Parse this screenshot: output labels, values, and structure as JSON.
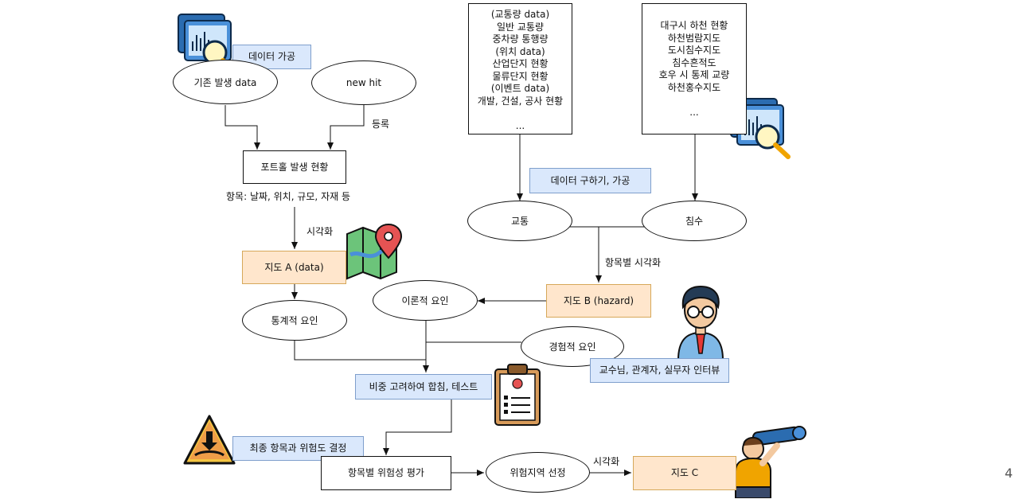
{
  "nodes": {
    "data_process": "데이터 가공",
    "existing_data": "기존 발생 data",
    "new_hit": "new hit",
    "register": "등록",
    "pothole_status": "포트홀 발생 현황",
    "items": "항목: 날짜, 위치, 규모, 자재 등",
    "visualize1": "시각화",
    "map_a": "지도 A (data)",
    "statistical": "통계적 요인",
    "theoretical": "이론적 요인",
    "empirical": "경험적 요인",
    "interview": "교수님, 관계자, 실무자 인터뷰",
    "merge_test": "비중 고려하여 합침, 테스트",
    "final_decision": "최종 항목과 위험도 결정",
    "risk_eval": "항목별 위험성 평가",
    "risk_area": "위험지역 선정",
    "visualize3": "시각화",
    "map_c": "지도 C",
    "data_get": "데이터 구하기, 가공",
    "traffic": "교통",
    "flood": "침수",
    "visualize_items": "항목별 시각화",
    "map_b": "지도 B (hazard)"
  },
  "traffic_sources": [
    "(교통량 data)",
    "일반 교통량",
    "중차량 통행량",
    "(위치 data)",
    "산업단지 현황",
    "물류단지 현황",
    "(이벤트 data)",
    "개발, 건설, 공사 현황",
    "",
    "..."
  ],
  "flood_sources": [
    "대구시 하천 현황",
    "하천범람지도",
    "도시침수지도",
    "침수흔적도",
    "호우 시 통제 교량",
    "하천홍수지도",
    "",
    "..."
  ],
  "page_number": "4"
}
